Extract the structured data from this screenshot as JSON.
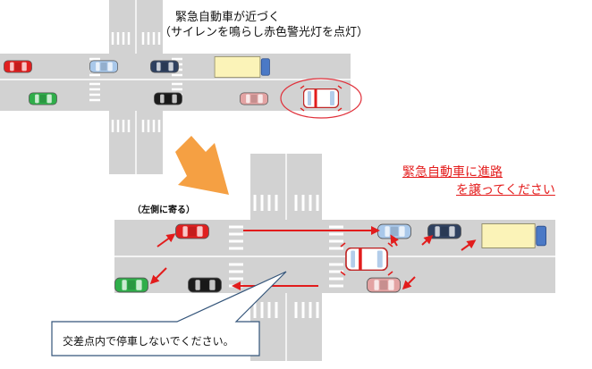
{
  "texts": {
    "title_line1": "緊急自動車が近づく",
    "title_line2": "（サイレンを鳴らし赤色警光灯を点灯）",
    "red_line1": "緊急自動車に進路",
    "red_line2": "を譲ってください",
    "side_note": "（左側に寄る）",
    "callout": "交差点内で停車しないでください。"
  },
  "colors": {
    "road": "#d2d2d2",
    "line": "#ffffff",
    "arrow_red": "#e21c1c",
    "big_arrow": "#f5a043",
    "ring": "#e0303a",
    "callout_border": "#34557a",
    "car_red": "#e02020",
    "car_blue": "#a9c8ea",
    "car_navy": "#2f4160",
    "car_green": "#2fae4a",
    "car_black": "#1c1c1c",
    "car_pink": "#e3a3a3",
    "truck_cargo": "#fbf3b8",
    "truck_cab": "#4b79c6",
    "ambulance": "#ffffff"
  }
}
